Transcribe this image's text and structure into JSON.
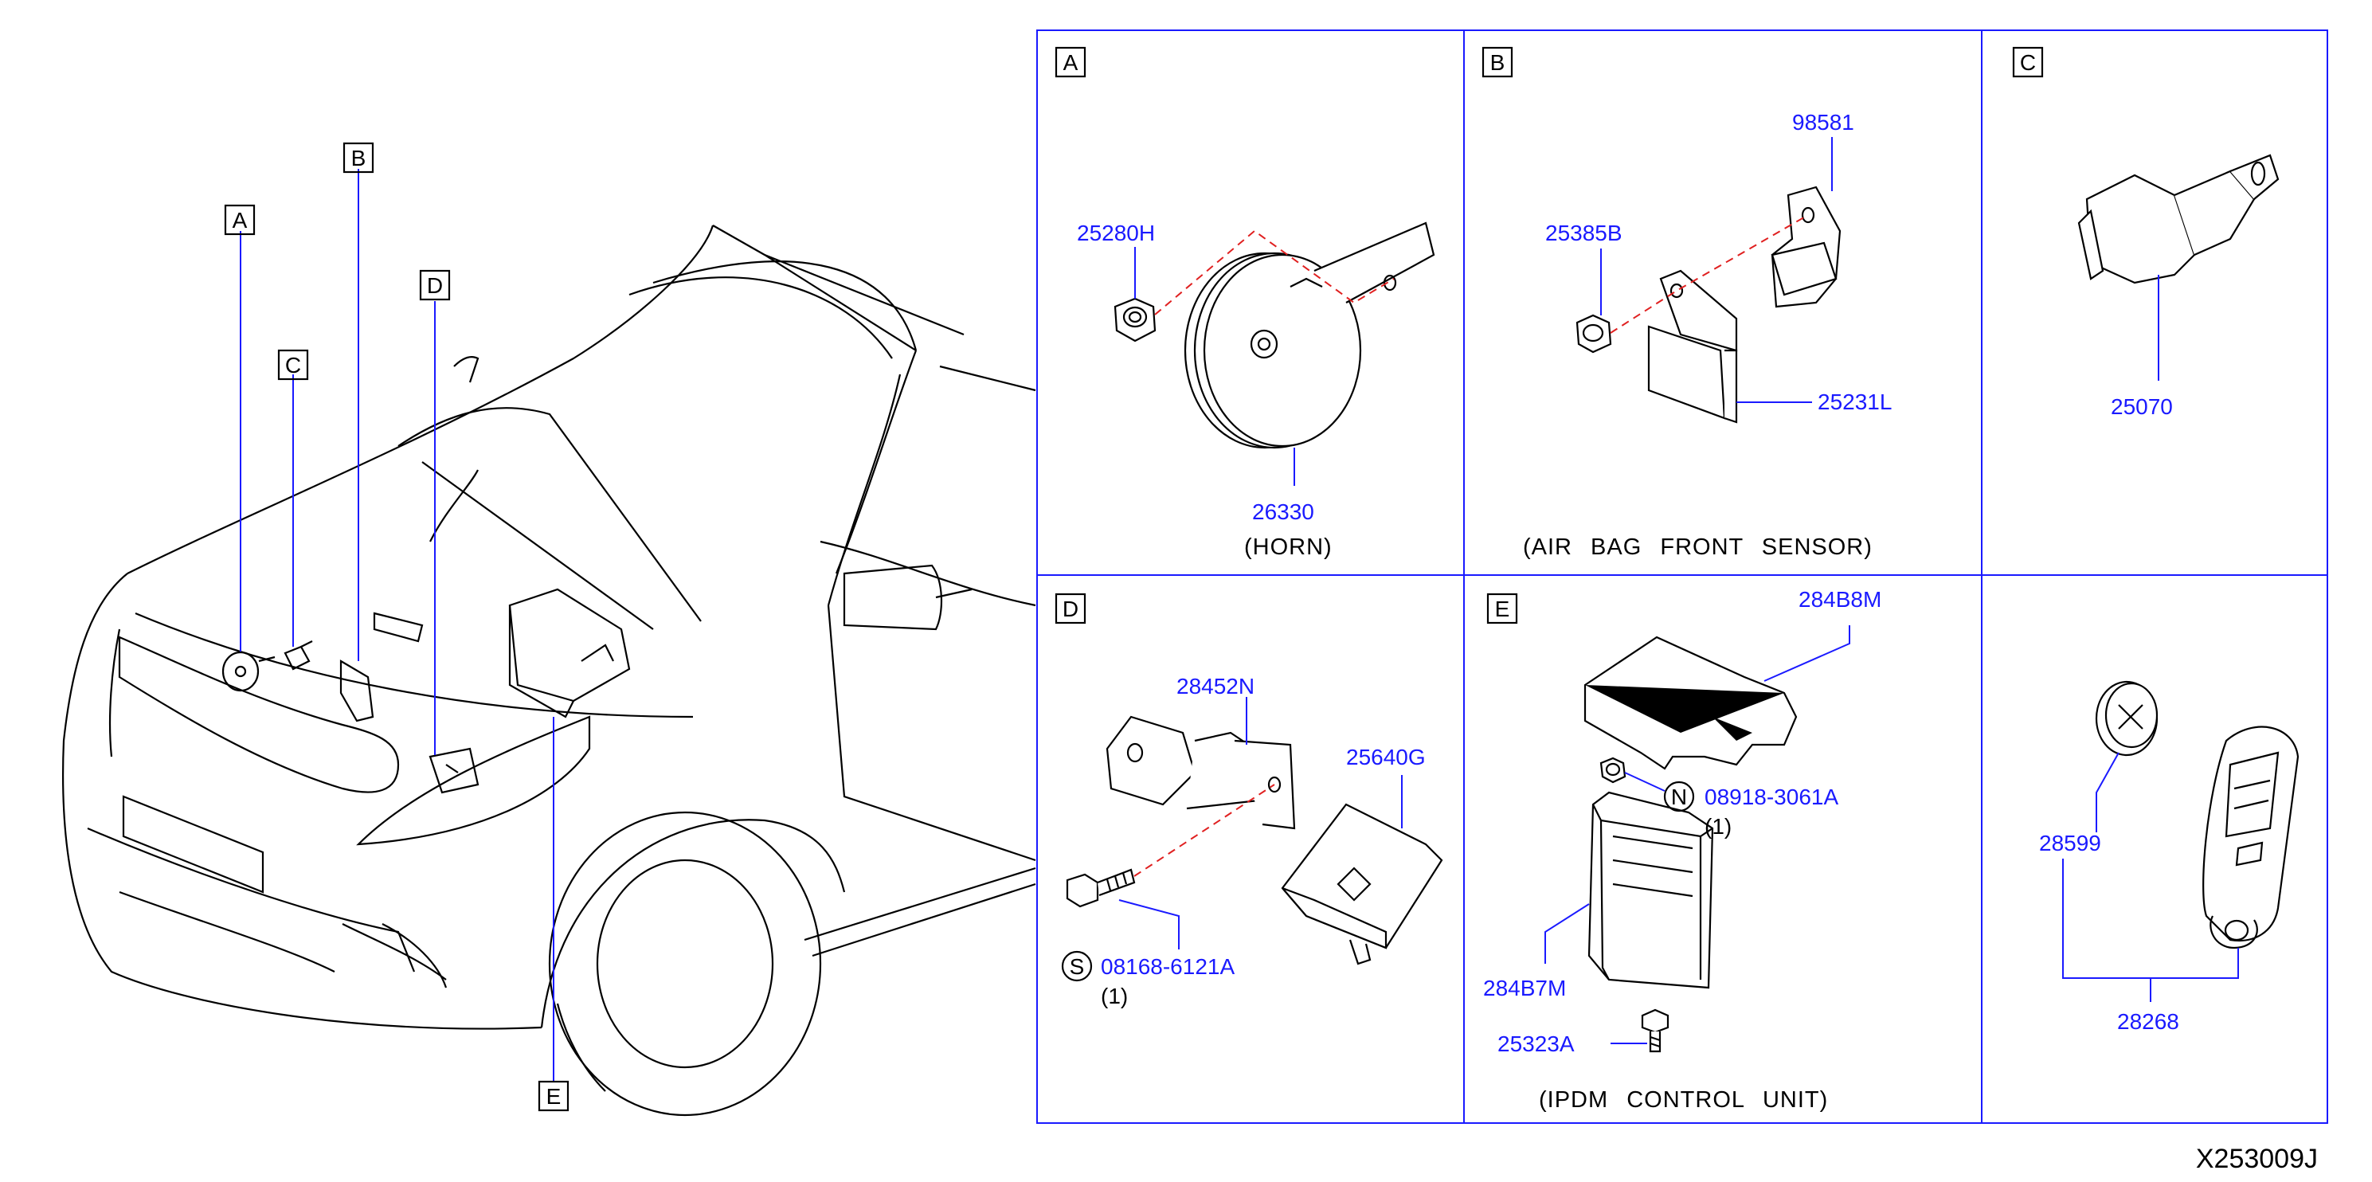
{
  "reference_code": "X253009J",
  "overview": {
    "callouts": [
      "A",
      "B",
      "C",
      "D",
      "E"
    ]
  },
  "panels": {
    "A": {
      "label": "A",
      "parts": [
        "25280H",
        "26330"
      ],
      "caption": "(HORN)"
    },
    "B": {
      "label": "B",
      "parts": [
        "98581",
        "25385B",
        "25231L"
      ],
      "caption": "(AIR BAG FRONT SENSOR)"
    },
    "C": {
      "label": "C",
      "parts": [
        "25070"
      ]
    },
    "D": {
      "label": "D",
      "parts": [
        "28452N",
        "25640G",
        "08168-6121A"
      ],
      "fastener_symbol": "S",
      "quantity": "(1)"
    },
    "E": {
      "label": "E",
      "parts": [
        "284B8M",
        "08918-3061A",
        "284B7M",
        "25323A"
      ],
      "fastener_symbol": "N",
      "quantity": "(1)",
      "caption": "(IPDM CONTROL UNIT)"
    },
    "F": {
      "parts": [
        "28599",
        "28268"
      ]
    }
  }
}
